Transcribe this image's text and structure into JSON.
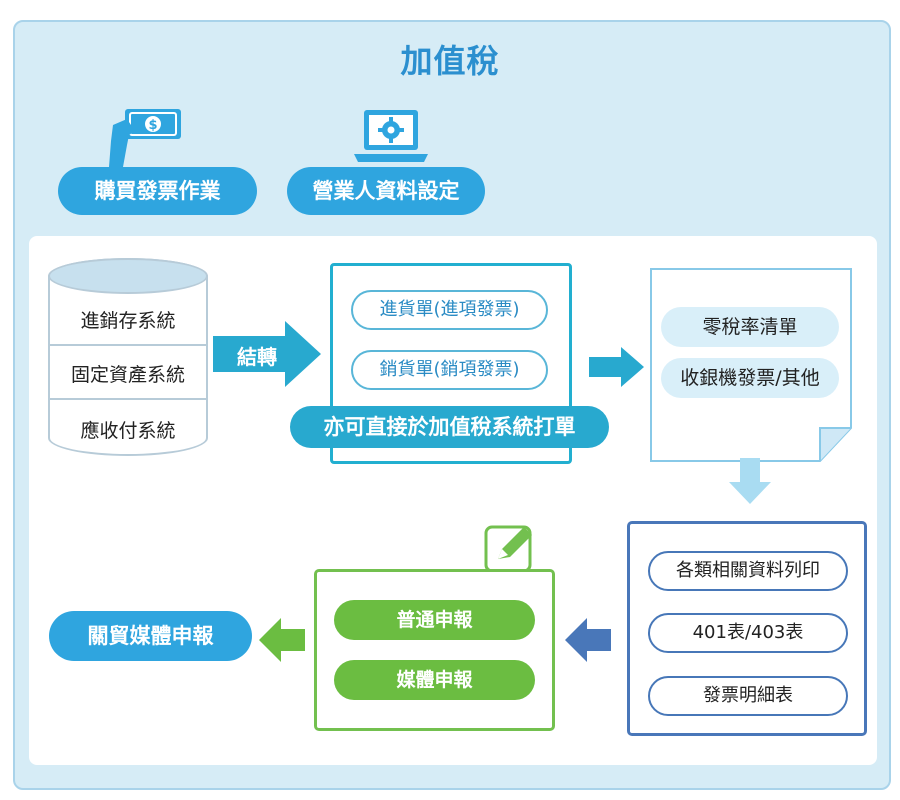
{
  "title": "加值稅",
  "top_buttons": {
    "buy_invoice": "購買發票作業",
    "business_settings": "營業人資料設定"
  },
  "source_systems": [
    "進銷存系統",
    "固定資產系統",
    "應收付系統"
  ],
  "transfer_label": "結轉",
  "documents": {
    "purchase": "進貨單(進項發票)",
    "sales": "銷貨單(銷項發票)"
  },
  "direct_print_banner": "亦可直接於加值稅系統打單",
  "paper_items": [
    "零稅率清單",
    "收銀機發票/其他"
  ],
  "reports": [
    "各類相關資料列印",
    "401表/403表",
    "發票明細表"
  ],
  "filing": [
    "普通申報",
    "媒體申報"
  ],
  "customs_filing": "關貿媒體申報",
  "icons": [
    "money-hand-icon",
    "laptop-gear-icon",
    "edit-pencil-icon"
  ],
  "colors": {
    "accent_blue": "#2fa5df",
    "cyan": "#22afd0",
    "navy": "#4977b9",
    "green": "#6bbd41",
    "panel": "#d6ecf6"
  }
}
